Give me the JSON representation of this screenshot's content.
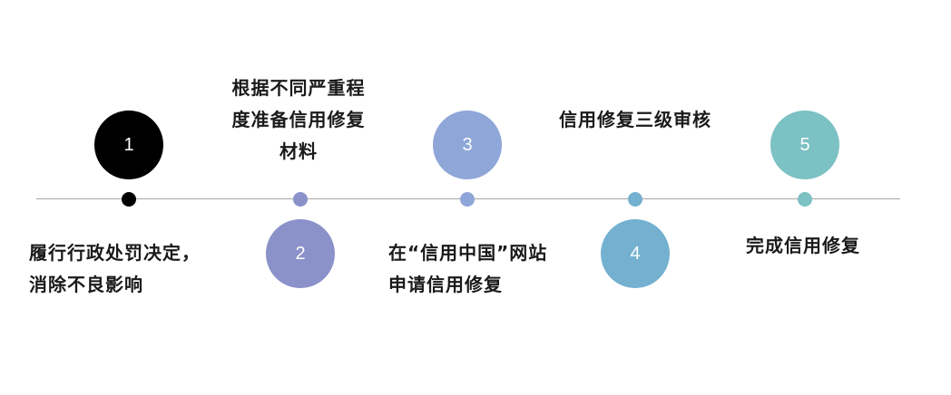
{
  "steps": [
    {
      "number": "1",
      "text": "履行行政处罚决定，消除不良影响",
      "color": "#000000",
      "position": "below"
    },
    {
      "number": "2",
      "text": "根据不同严重程度准备信用修复材料",
      "color": "#8b91c9",
      "position": "above"
    },
    {
      "number": "3",
      "text": "在“信用中国”网站申请信用修复",
      "color": "#8fa6d8",
      "position": "below"
    },
    {
      "number": "4",
      "text": "信用修复三级审核",
      "color": "#74b1d0",
      "position": "above"
    },
    {
      "number": "5",
      "text": "完成信用修复",
      "color": "#7cc1c4",
      "position": "below"
    }
  ],
  "line_color": "#a6a6a6"
}
